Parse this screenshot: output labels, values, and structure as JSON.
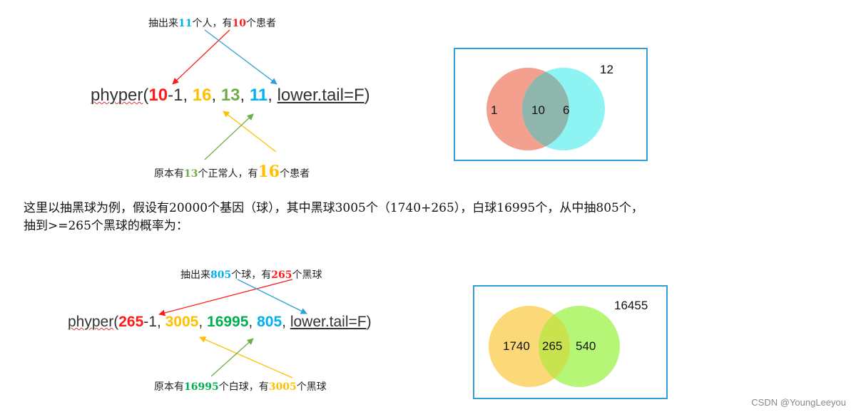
{
  "top": {
    "note_above": {
      "p1": "抽出来",
      "n1": "11",
      "p2": "个人，有",
      "n2": "10",
      "p3": "个患者"
    },
    "formula": {
      "fn": "phyper",
      "open": "(",
      "a1": "10",
      "a1_suffix": "-1",
      "sep": ", ",
      "a2": "16",
      "a3": "13",
      "a4": "11",
      "tail": "lower.tail=F",
      "close": ")"
    },
    "note_below": {
      "p1": "原本有",
      "n1": "13",
      "p2": "个正常人，有",
      "n2": "16",
      "p3": "个患者"
    }
  },
  "paragraph": {
    "line1": "这里以抽黑球为例，假设有20000个基因（球），其中黑球3005个（1740+265），白球16995个，从中抽805个，",
    "line2": "抽到>=265个黑球的概率为："
  },
  "bottom": {
    "note_above": {
      "p1": "抽出来",
      "n1": "805",
      "p2": "个球，有",
      "n2": "265",
      "p3": "个黑球"
    },
    "formula": {
      "fn": "phyper",
      "open": "(",
      "a1": "265",
      "a1_suffix": "-1",
      "sep": ", ",
      "a2": "3005",
      "a3": "16995",
      "a4": "805",
      "tail": "lower.tail=F",
      "close": ")"
    },
    "note_below": {
      "p1": "原本有",
      "n1": "16995",
      "p2": "个白球，有",
      "n2": "3005",
      "p3": "个黑球"
    }
  },
  "venn_top": {
    "left_value": "1",
    "overlap_value": "10",
    "right_value": "6",
    "outside_value": "12",
    "colors": {
      "left": "#f4a08e",
      "right": "#88f2f2",
      "overlap": "#8fb6ac",
      "border": "#2f9fd8"
    }
  },
  "venn_bottom": {
    "left_value": "1740",
    "overlap_value": "265",
    "right_value": "540",
    "outside_value": "16455",
    "colors": {
      "left": "#fcd978",
      "right": "#b2f56f",
      "overlap": "#c9e34f",
      "border": "#2f9fd8"
    }
  },
  "watermark": "CSDN @YoungLeeyou",
  "colors": {
    "red": "#ff1a1a",
    "yellow": "#ffc000",
    "green_light": "#70ad47",
    "green": "#00b050",
    "blue": "#00b0f0"
  }
}
